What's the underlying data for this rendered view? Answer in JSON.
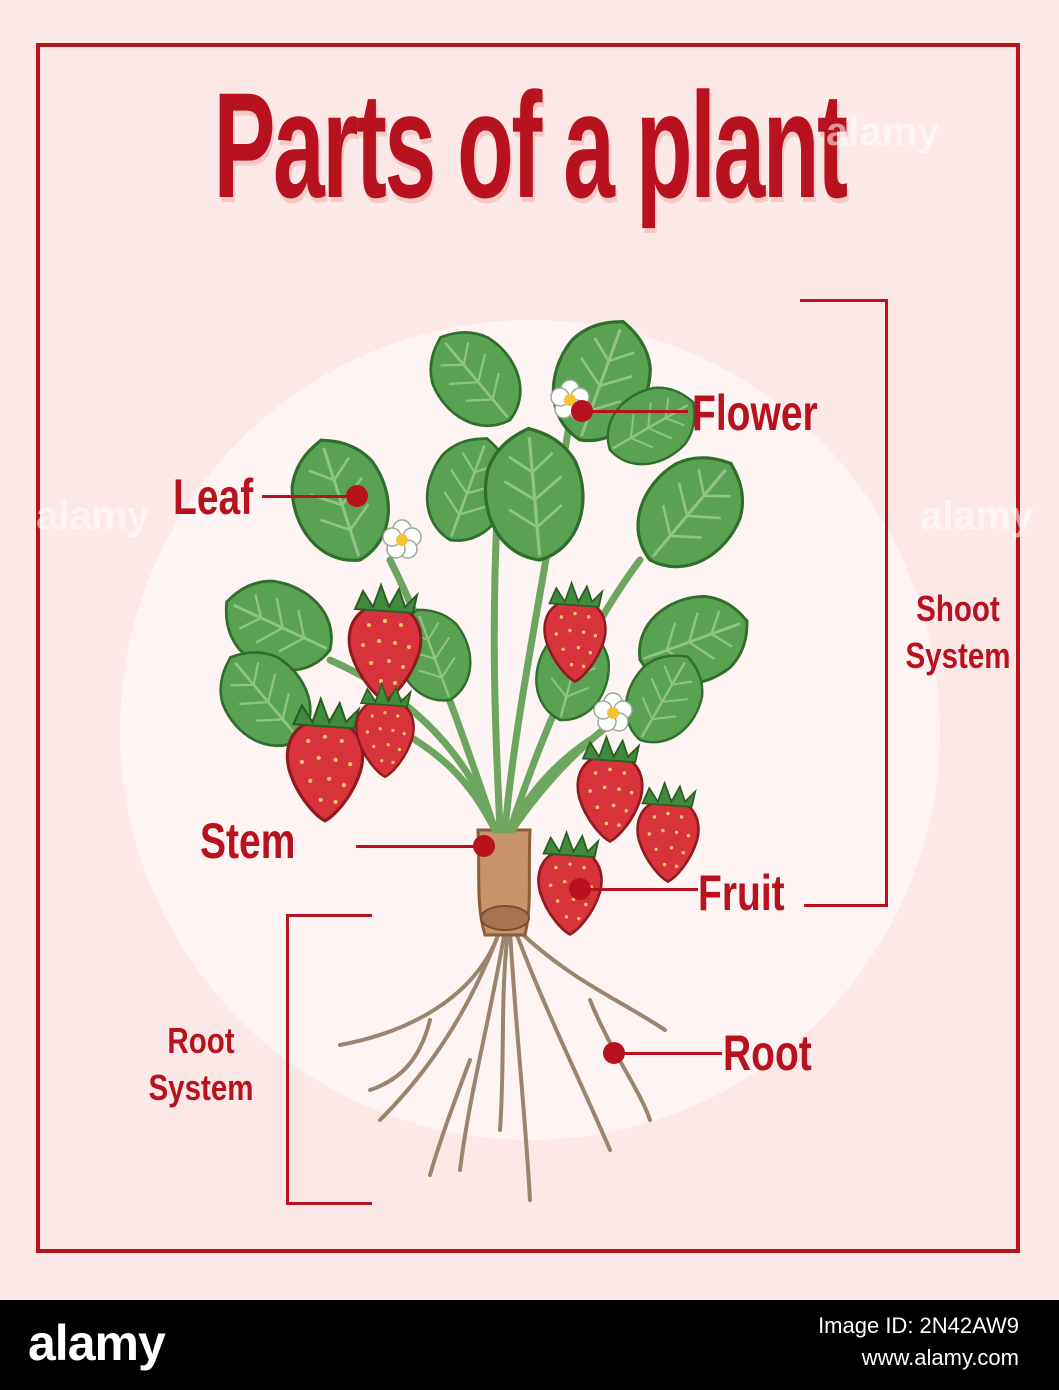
{
  "title": "Parts of a plant",
  "labels": {
    "flower": "Flower",
    "leaf": "Leaf",
    "stem": "Stem",
    "fruit": "Fruit",
    "root": "Root"
  },
  "systems": {
    "shoot_line1": "Shoot",
    "shoot_line2": "System",
    "root_line1": "Root",
    "root_line2": "System"
  },
  "colors": {
    "accent": "#b8121e",
    "background": "#fbe8e7",
    "leaf": "#4f9a4a",
    "fruit": "#d8323a",
    "root": "#9b8470"
  },
  "watermark": "alamy",
  "stock_bar": {
    "logo": "alamy",
    "image_id": "Image ID: 2N42AW9",
    "site": "www.alamy.com"
  }
}
